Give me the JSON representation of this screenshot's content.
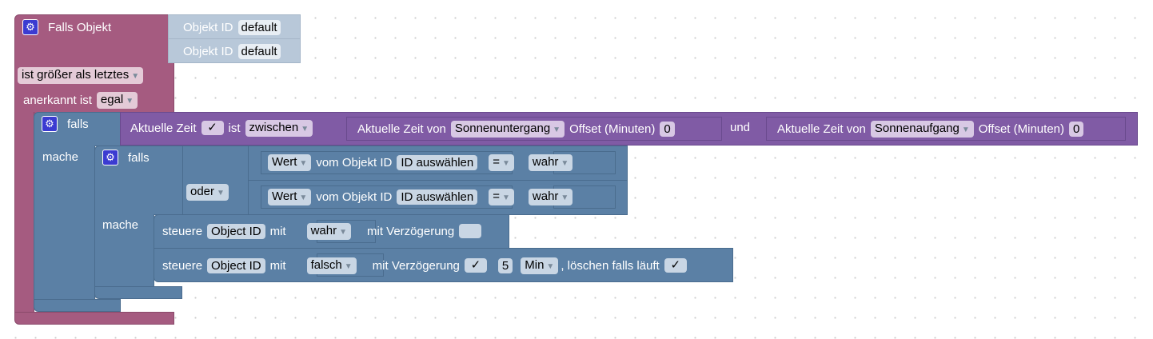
{
  "trigger": {
    "title": "Falls Objekt",
    "obj1_label": "Objekt ID",
    "obj1_value": "default",
    "obj2_label": "Objekt ID",
    "obj2_value": "default",
    "condition": "ist größer als letztes",
    "ack_label": "anerkannt ist",
    "ack_value": "egal"
  },
  "if_outer": {
    "falls": "falls",
    "mache": "mache",
    "cond": {
      "label1": "Aktuelle Zeit",
      "checked": "✓",
      "ist": "ist",
      "op": "zwischen",
      "a_label": "Aktuelle Zeit von",
      "a_value": "Sonnenuntergang",
      "a_offset_label": "Offset (Minuten)",
      "a_offset": "0",
      "und": "und",
      "b_label": "Aktuelle Zeit von",
      "b_value": "Sonnenaufgang",
      "b_offset_label": "Offset (Minuten)",
      "b_offset": "0"
    }
  },
  "if_inner": {
    "falls": "falls",
    "mache": "mache",
    "oder": "oder",
    "compares": [
      {
        "field": "Wert",
        "label": "vom Objekt ID",
        "id": "ID auswählen",
        "op": "=",
        "value": "wahr"
      },
      {
        "field": "Wert",
        "label": "vom Objekt ID",
        "id": "ID auswählen",
        "op": "=",
        "value": "wahr"
      }
    ]
  },
  "actions": [
    {
      "label": "steuere",
      "id": "Object ID",
      "mit": "mit",
      "value": "wahr",
      "delay_label": "mit Verzögerung",
      "delay_checked": ""
    },
    {
      "label": "steuere",
      "id": "Object ID",
      "mit": "mit",
      "value": "falsch",
      "delay_label": "mit Verzögerung",
      "delay_checked": "✓",
      "delay_value": "5",
      "unit": "Min",
      "clear_label": ", löschen falls läuft",
      "clear_checked": "✓"
    }
  ]
}
